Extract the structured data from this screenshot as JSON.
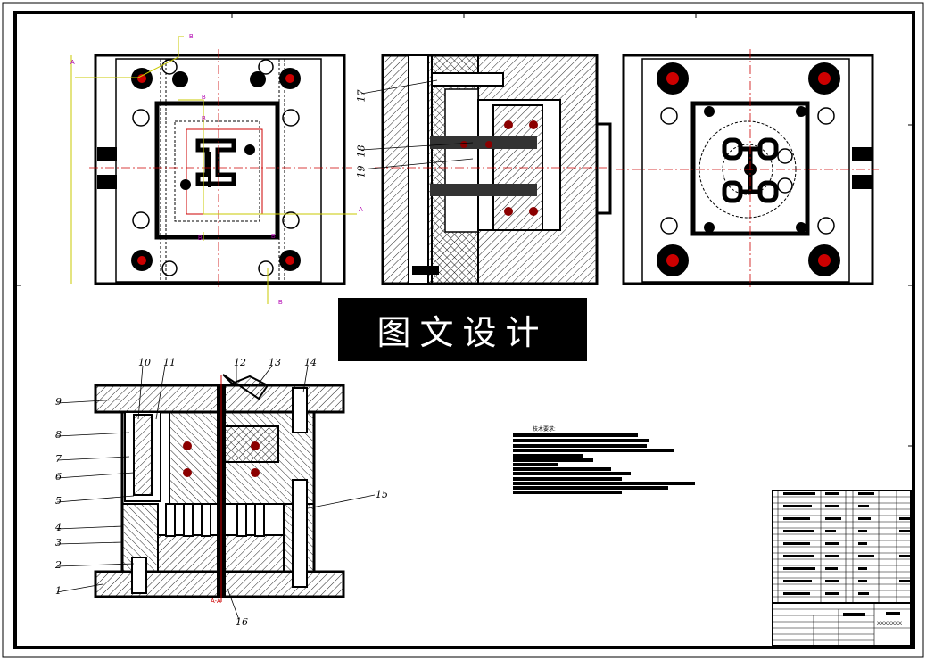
{
  "banner": {
    "text": "图文设计"
  },
  "section_label": "A-A",
  "cut_labels": [
    "A",
    "A",
    "B",
    "B",
    "B",
    "B",
    "B",
    "B"
  ],
  "part_numbers": [
    "1",
    "2",
    "3",
    "4",
    "5",
    "6",
    "7",
    "8",
    "9",
    "10",
    "11",
    "12",
    "13",
    "14",
    "15",
    "16",
    "17",
    "18",
    "19"
  ],
  "notes": {
    "title": "技术要求:"
  },
  "title_block": {
    "drawing_code": "XXXXXXX"
  },
  "colors": {
    "line": "#000000",
    "hatch": "#333333",
    "centerline": "#cc0000",
    "dimension": "#c8c800",
    "label": "#b000b0"
  }
}
